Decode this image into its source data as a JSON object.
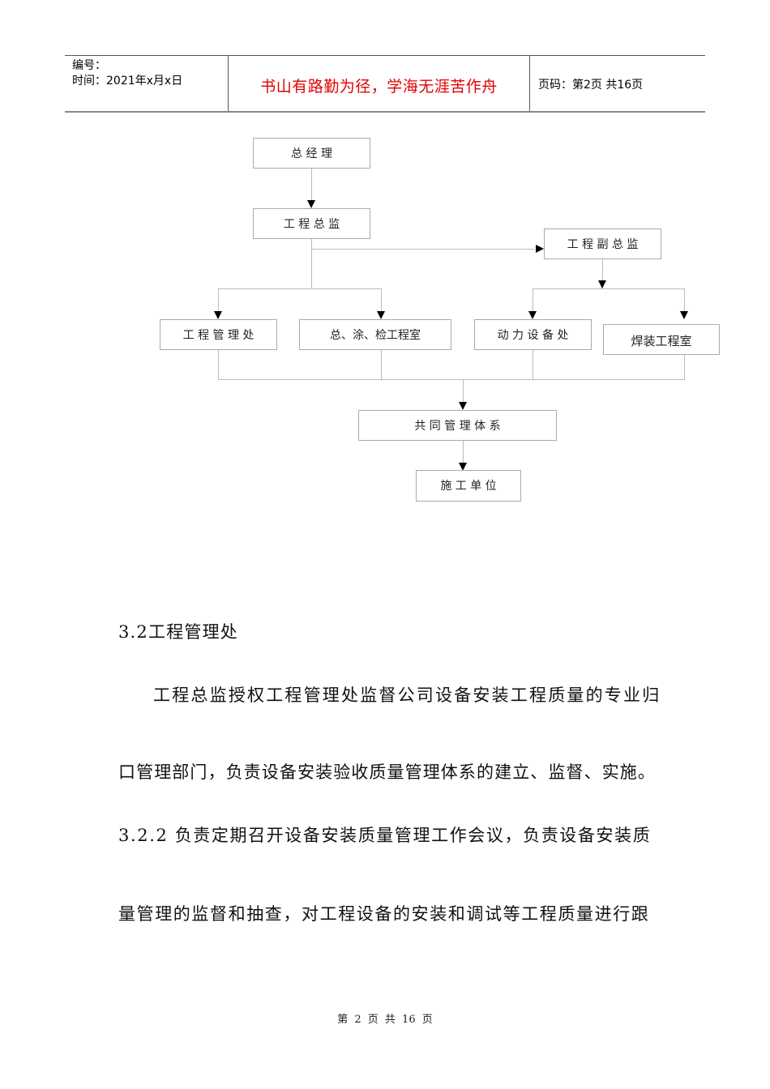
{
  "header": {
    "number_label": "编号：",
    "date_label": "时间：2021年x月x日",
    "motto": "书山有路勤为径，学海无涯苦作舟",
    "page_info": "页码：第2页  共16页"
  },
  "org_chart": {
    "general_manager": "总 经 理",
    "chief_supervisor": "工 程 总 监",
    "deputy_chief_supervisor": "工 程 副 总 监",
    "engineering_management_office": "工 程 管 理 处",
    "assembly_coating_inspection_office": "总、涂、检工程室",
    "power_equipment_office": "动 力 设 备 处",
    "welding_assembly_office": "焊装工程室",
    "joint_management_system": "共  同  管  理  体  系",
    "construction_unit": "施 工 单 位"
  },
  "body": {
    "section_heading": "3.2工程管理处",
    "paragraphs": [
      "工程总监授权工程管理处监督公司设备安装工程质量的专业归",
      "口管理部门，负责设备安装验收质量管理体系的建立、监督、实施。",
      "3.2.2 负责定期召开设备安装质量管理工作会议，负责设备安装质",
      "量管理的监督和抽查，对工程设备的安装和调试等工程质量进行跟"
    ]
  },
  "footer": {
    "page_text": "第 2 页 共 16 页"
  }
}
